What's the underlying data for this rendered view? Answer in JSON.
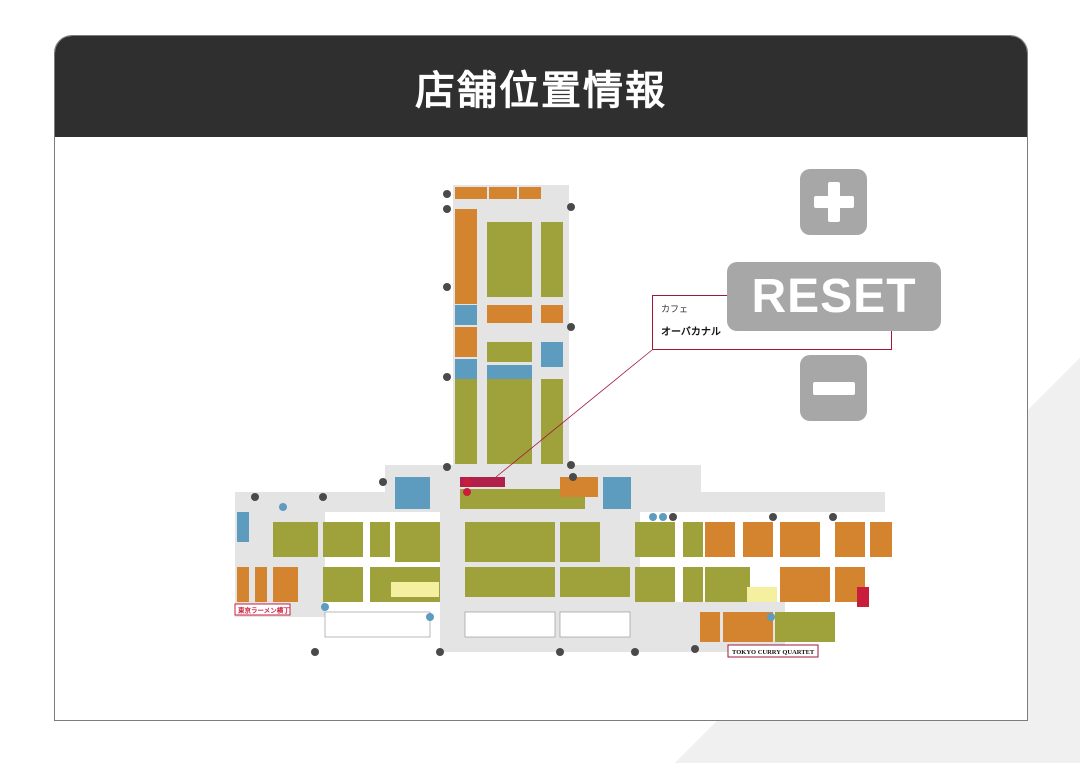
{
  "header": {
    "title": "店舗位置情報"
  },
  "callout": {
    "category": "カフェ",
    "shop_name": "オーバカナル"
  },
  "controls": {
    "zoom_in_label": "+",
    "reset_label": "RESET",
    "zoom_out_label": "−"
  },
  "map": {
    "signs": {
      "ramen": "東京ラーメン横丁",
      "curry": "TOKYO CURRY QUARTET"
    },
    "colors": {
      "orange": "#d4832f",
      "olive": "#9fa23b",
      "blue": "#5d9cbf",
      "grey": "#9a9a9a",
      "red": "#c81e3c",
      "crimson": "#b1204a"
    }
  }
}
